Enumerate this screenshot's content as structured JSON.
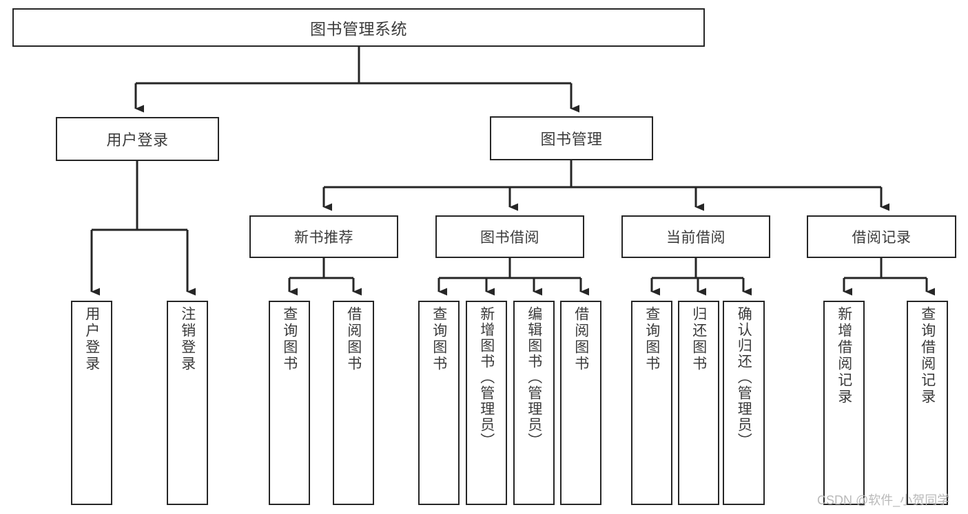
{
  "diagram": {
    "title": "图书管理系统",
    "type": "tree-hierarchy-diagram",
    "watermark": "CSDN @软件_小贺同学",
    "colors": {
      "box_border": "#262626",
      "box_fill": "#ffffff",
      "text": "#3b3b3b",
      "connector": "#262626",
      "watermark": "#b9b9b9",
      "background": "#ffffff"
    },
    "nodes": {
      "root": {
        "label": "图书管理系统",
        "level": 0
      },
      "level1": [
        {
          "id": "user-login",
          "label": "用户登录"
        },
        {
          "id": "book-manage",
          "label": "图书管理"
        }
      ],
      "level2": [
        {
          "id": "new-book-recommend",
          "label": "新书推荐"
        },
        {
          "id": "book-borrow",
          "label": "图书借阅"
        },
        {
          "id": "current-borrow",
          "label": "当前借阅"
        },
        {
          "id": "borrow-record",
          "label": "借阅记录"
        }
      ],
      "leaves": {
        "user-login": [
          {
            "id": "leaf-user-login",
            "label": "用户登录"
          },
          {
            "id": "leaf-user-logout",
            "label": "注销登录"
          }
        ],
        "new-book-recommend": [
          {
            "id": "leaf-query-book-1",
            "label": "查询图书"
          },
          {
            "id": "leaf-borrow-book-1",
            "label": "借阅图书"
          }
        ],
        "book-borrow": [
          {
            "id": "leaf-query-book-2",
            "label": "查询图书"
          },
          {
            "id": "leaf-add-book",
            "label": "新增图书（管理员）"
          },
          {
            "id": "leaf-edit-book",
            "label": "编辑图书（管理员）"
          },
          {
            "id": "leaf-borrow-book-2",
            "label": "借阅图书"
          }
        ],
        "current-borrow": [
          {
            "id": "leaf-query-book-3",
            "label": "查询图书"
          },
          {
            "id": "leaf-return-book",
            "label": "归还图书"
          },
          {
            "id": "leaf-confirm-return",
            "label": "确认归还（管理员）"
          }
        ],
        "borrow-record": [
          {
            "id": "leaf-add-record",
            "label": "新增借阅记录"
          },
          {
            "id": "leaf-query-record",
            "label": "查询借阅记录"
          }
        ]
      }
    }
  }
}
